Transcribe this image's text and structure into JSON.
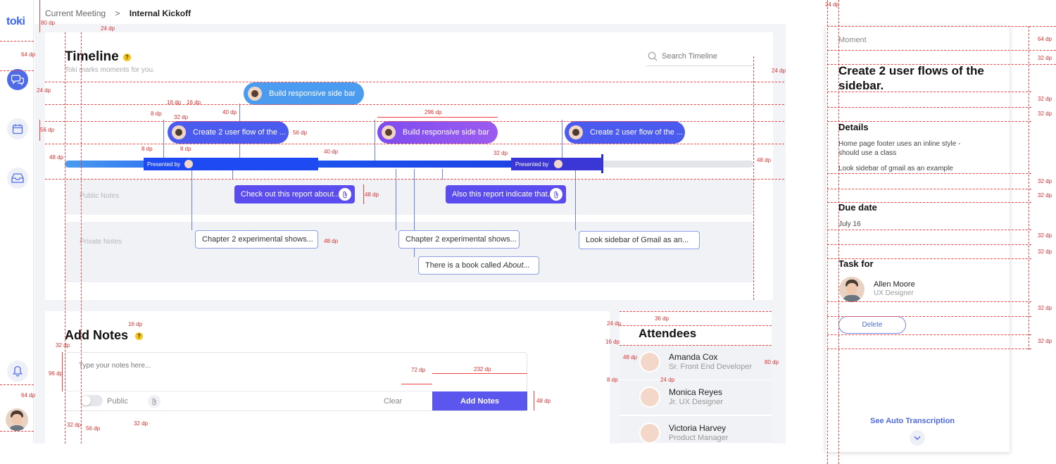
{
  "app": {
    "logo": "toki"
  },
  "breadcrumb": {
    "parent": "Current Meeting",
    "separator": ">",
    "current": "Internal Kickoff"
  },
  "timeline": {
    "title": "Timeline",
    "subtitle": "Toki marks moments for you.",
    "search_placeholder": "Search Timeline",
    "moments": [
      "Build responsive side bar",
      "Create 2 user flow of the ...",
      "Build responsive side bar",
      "Create 2 user flow of the ..."
    ],
    "presented_by": [
      "Presented by",
      "Presented by"
    ],
    "public_label": "Public Notes",
    "private_label": "Private Notes",
    "public_notes": [
      "Check out this report about...",
      "Also this report indicate that..."
    ],
    "private_notes": [
      "Chapter 2 experimental shows...",
      "Chapter 2 experimental shows...",
      "Look sidebar of Gmail as an...",
      "There is a book called "
    ],
    "private_italic": "About...",
    "progress": 0.78
  },
  "add_notes": {
    "title": "Add Notes",
    "placeholder": "Type your notes here...",
    "public_label": "Public",
    "clear_label": "Clear",
    "submit_label": "Add Notes"
  },
  "attendees": {
    "title": "Attendees",
    "people": [
      {
        "name": "Amanda Cox",
        "role": "Sr. Front End Developer"
      },
      {
        "name": "Monica Reyes",
        "role": "Jr. UX Designer"
      },
      {
        "name": "Victoria Harvey",
        "role": "Product Manager"
      }
    ]
  },
  "moment_panel": {
    "label": "Moment",
    "title": "Create 2 user flows of the sidebar.",
    "details_heading": "Details",
    "details": [
      "Home page footer uses an inline style - should use a class",
      "Look sidebar of gmail as an example"
    ],
    "due_heading": "Due date",
    "due_value": "July 16",
    "task_heading": "Task for",
    "assignee_name": "Allen Moore",
    "assignee_role": "UX Designer",
    "delete_label": "Delete",
    "transcription_link": "See Auto Transcription"
  },
  "spec_labels": {
    "dp80": "80 dp",
    "dp24": "24 dp",
    "dp64": "64 dp",
    "dp56": "56 dp",
    "dp48": "48 dp",
    "dp16": "16 dp",
    "dp8": "8 dp",
    "dp32": "32 dp",
    "dp40": "40 dp",
    "dp296": "296 dp",
    "dp96": "96 dp",
    "dp72": "72 dp",
    "dp232": "232 dp",
    "dp36": "36 dp"
  },
  "colors": {
    "accent": "#5b4cf0",
    "blue": "#1d5bf2",
    "link": "#4f6ae8",
    "brand": "#3b63f5"
  },
  "icons": [
    "chat-icon",
    "calendar-icon",
    "inbox-icon",
    "bell-icon",
    "search-icon",
    "help-icon",
    "paperclip-icon",
    "chevron-down-icon"
  ]
}
